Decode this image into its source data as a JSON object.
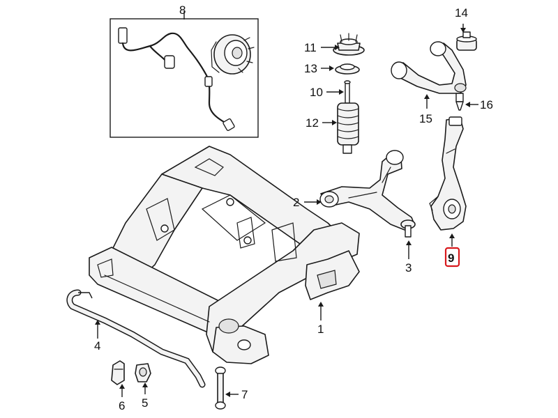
{
  "diagram": {
    "callouts": [
      {
        "id": "1",
        "label": "1"
      },
      {
        "id": "2",
        "label": "2"
      },
      {
        "id": "3",
        "label": "3"
      },
      {
        "id": "4",
        "label": "4"
      },
      {
        "id": "5",
        "label": "5"
      },
      {
        "id": "6",
        "label": "6"
      },
      {
        "id": "7",
        "label": "7"
      },
      {
        "id": "8",
        "label": "8"
      },
      {
        "id": "9",
        "label": "9"
      },
      {
        "id": "10",
        "label": "10"
      },
      {
        "id": "11",
        "label": "11"
      },
      {
        "id": "12",
        "label": "12"
      },
      {
        "id": "13",
        "label": "13"
      },
      {
        "id": "14",
        "label": "14"
      },
      {
        "id": "15",
        "label": "15"
      },
      {
        "id": "16",
        "label": "16"
      }
    ],
    "highlighted_callout": "9",
    "colors": {
      "highlight": "#d8181c",
      "line": "#1a1a1a",
      "background": "#ffffff"
    }
  }
}
